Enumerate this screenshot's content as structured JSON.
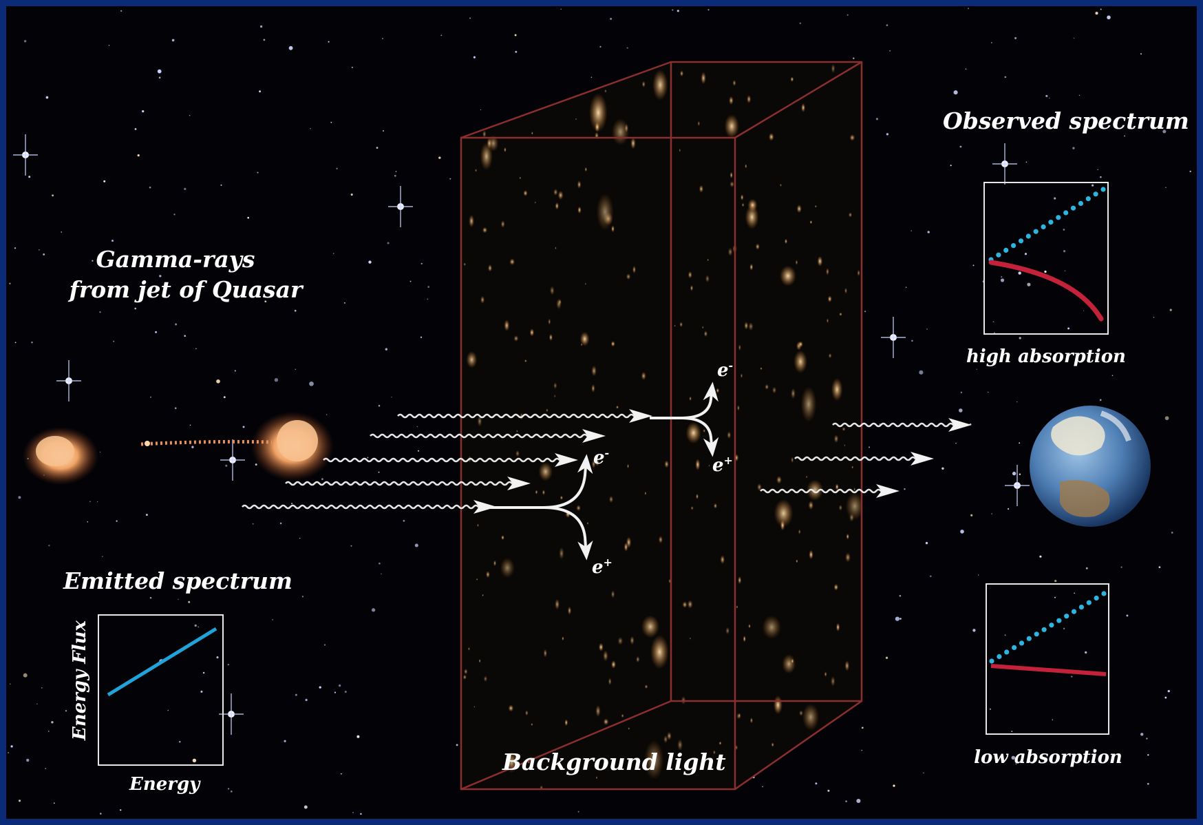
{
  "labels": {
    "gamma_line1": "Gamma-rays",
    "gamma_line2": "from jet of Quasar",
    "emitted": "Emitted spectrum",
    "y_axis": "Energy Flux",
    "x_axis": "Energy",
    "background": "Background light",
    "observed": "Observed spectrum",
    "high": "high absorption",
    "low": "low absorption",
    "electron_top": "e",
    "electron_top_sup": "-",
    "positron_top": "e",
    "positron_top_sup": "+",
    "electron_mid": "e",
    "electron_mid_sup": "-",
    "positron_bottom": "e",
    "positron_bottom_sup": "+"
  },
  "colors": {
    "frame": "#0b2a78",
    "space": "#030307",
    "box_edge": "#8a2e2e",
    "emitted_line": "#1fa3d9",
    "observed_dotted": "#2db4e0",
    "absorbed_line": "#c4223a",
    "arrow": "#e8e8e8",
    "jet_glow": "#e8915a"
  },
  "icons": {
    "earth": "earth-globe",
    "quasar": "quasar-jet-lobes"
  }
}
